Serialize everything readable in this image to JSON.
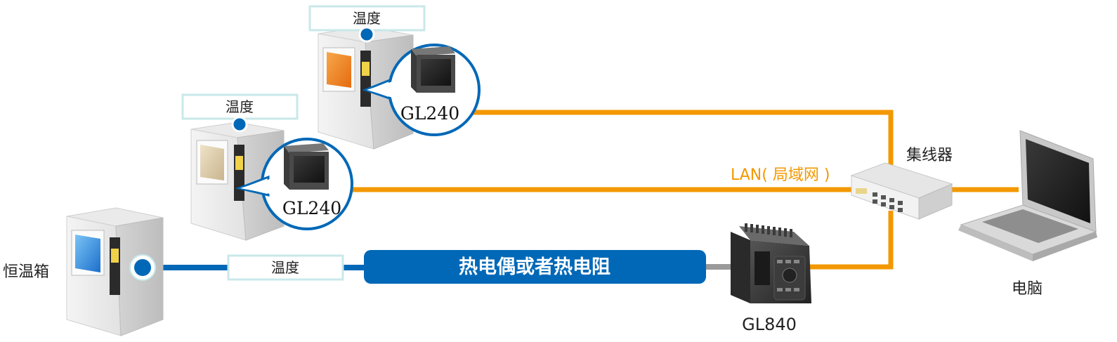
{
  "labels": {
    "temp_top": "温度",
    "temp_mid": "温度",
    "temp_bottom": "温度",
    "chamber": "恒温箱",
    "gl240_top": "GL240",
    "gl240_mid": "GL240",
    "lan": "LAN( 局域网 )",
    "hub": "集线器",
    "sensor_bar": "热电偶或者热电阻",
    "gl840": "GL840",
    "pc": "电脑"
  },
  "colors": {
    "lan_line": "#f39800",
    "sensor_line": "#0068b7",
    "lan_text": "#f39800",
    "bar_fill": "#0068b7",
    "label_border": "#c9e8ea",
    "chamber_orange": "#f08a1c",
    "chamber_beige": "#d8c8a8",
    "chamber_blue": "#2a8de0"
  }
}
